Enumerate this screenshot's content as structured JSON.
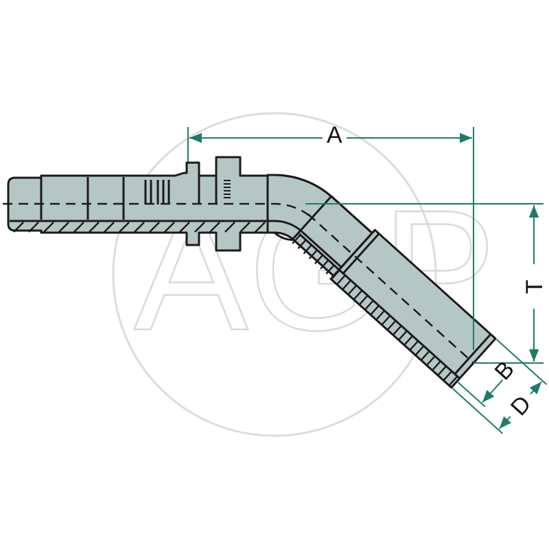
{
  "watermark": "AGP",
  "dimensions": {
    "a": "A",
    "t": "T",
    "b": "B",
    "d": "D"
  },
  "colors": {
    "part_fill": "#b5c7c5",
    "dimension_line": "#1e7a6b",
    "outline": "#1a1a1a",
    "watermark": "#d9d9d9"
  }
}
